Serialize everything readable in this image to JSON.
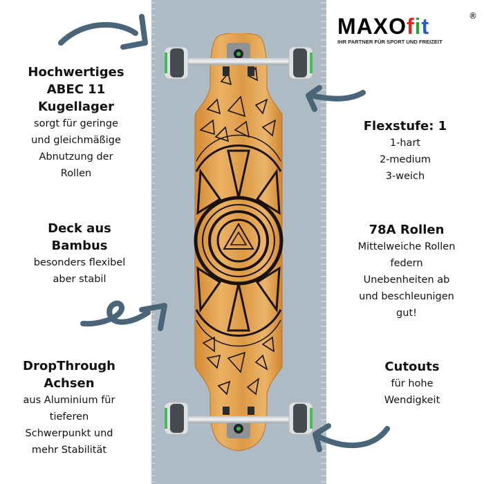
{
  "brand": {
    "name_part1": "MAXO",
    "name_f": "f",
    "name_i": "i",
    "name_t": "t",
    "registered": "®",
    "tagline": "IHR PARTNER FÜR SPORT UND FREIZEIT",
    "colors": {
      "black": "#000000",
      "f": "#e4261d",
      "i": "#2aa037",
      "t": "#2e5fb8"
    }
  },
  "background": {
    "band_color": "#aebbc5",
    "arrow_color": "#4a6478",
    "deck_color": "#e0a24a"
  },
  "features": [
    {
      "id": "bearings",
      "heading": [
        "Hochwertiges",
        "ABEC 11",
        "Kugellager"
      ],
      "body": [
        "sorgt für geringe",
        "und gleichmäßige",
        "Abnutzung der",
        "Rollen"
      ]
    },
    {
      "id": "deck",
      "heading": [
        "Deck aus",
        "Bambus"
      ],
      "body": [
        "besonders flexibel",
        "aber stabil"
      ]
    },
    {
      "id": "trucks",
      "heading": [
        "DropThrough",
        "Achsen"
      ],
      "body": [
        "aus Aluminium für",
        "tieferen",
        "Schwerpunkt und",
        "mehr Stabilität"
      ]
    },
    {
      "id": "flex",
      "heading": [
        "Flexstufe: 1"
      ],
      "body": [
        "1-hart",
        "2-medium",
        "3-weich"
      ]
    },
    {
      "id": "wheels",
      "heading": [
        "78A Rollen"
      ],
      "body": [
        "Mittelweiche Rollen",
        "federn",
        "Unebenheiten ab",
        "und beschleunigen",
        "gut!"
      ]
    },
    {
      "id": "cutouts",
      "heading": [
        "Cutouts"
      ],
      "body": [
        "für hohe",
        "Wendigkeit"
      ]
    }
  ]
}
